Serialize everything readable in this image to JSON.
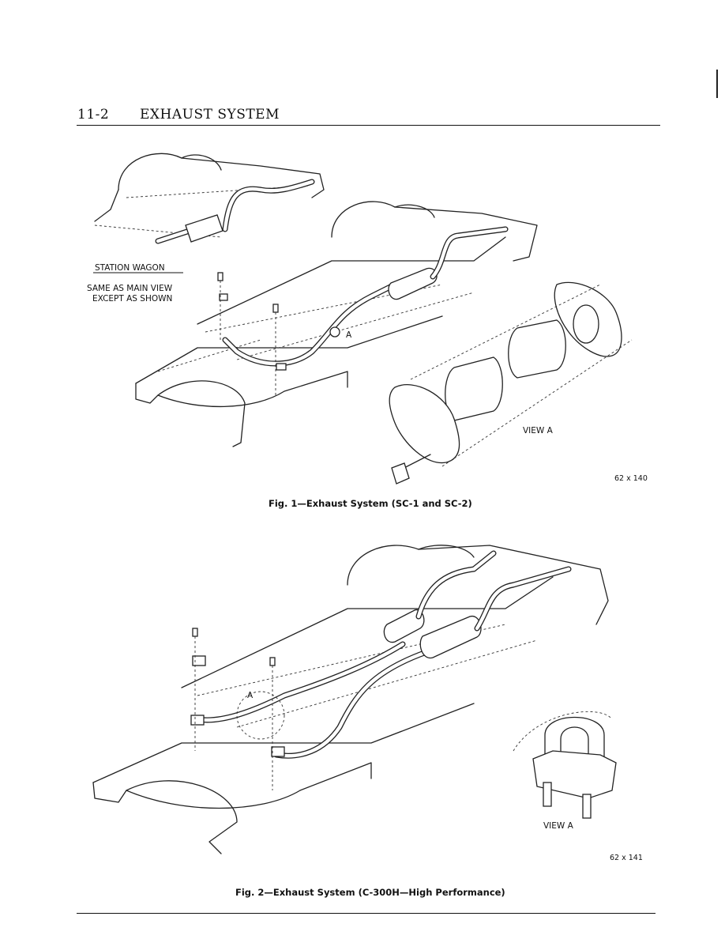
{
  "header": {
    "page_number": "11-2",
    "section_title": "EXHAUST SYSTEM"
  },
  "figure1": {
    "inset_title": "STATION WAGON",
    "inset_note_line1": "SAME AS MAIN VIEW",
    "inset_note_line2": "EXCEPT AS SHOWN",
    "callout_a": "A",
    "view_label": "VIEW A",
    "code": "62 x 140",
    "caption": "Fig. 1—Exhaust System (SC-1 and SC-2)"
  },
  "figure2": {
    "callout_a": "A",
    "view_label": "VIEW A",
    "code": "62 x 141",
    "caption": "Fig. 2—Exhaust System (C-300H—High Performance)"
  }
}
